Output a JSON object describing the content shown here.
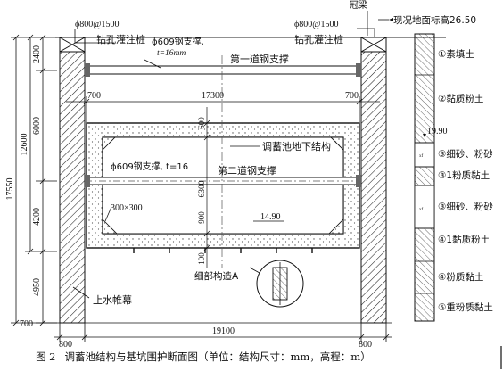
{
  "labels": {
    "pile_left_spec": "ϕ800@1500",
    "pile_left_name": "钻孔灌注桩",
    "pile_right_spec": "ϕ800@1500",
    "pile_right_name": "钻孔灌注桩",
    "crown_beam": "冠梁",
    "ground_elev": "现况地面标高26.50",
    "strut1_spec": "ϕ609钢支撑,",
    "strut1_t": "t=16mm",
    "strut1_name": "第一道钢支撑",
    "strut2_spec": "ϕ609钢支撑, t=16",
    "strut2_name": "第二道钢支撑",
    "structure_name": "调蓄池地下结构",
    "haunch": "300×300",
    "elev_bottom": "14.90",
    "elev_layer": "19.90",
    "detail_a": "细部构造A",
    "curtain": "止水帷幕"
  },
  "dims": {
    "left_2400": "2400",
    "left_6000": "6000",
    "left_4200": "4200",
    "left_4950": "4950",
    "left_12600": "12600",
    "left_17550": "17550",
    "top_700_l": "700",
    "top_17300": "17300",
    "top_700_r": "700",
    "inner_600": "600",
    "inner_6300": "6300",
    "inner_900": "900",
    "inner_100": "100",
    "bot_700": "700",
    "bot_19100": "19100",
    "bot_800_l": "800",
    "bot_800_r": "800"
  },
  "soil_layers": [
    "①素填土",
    "②黏质粉土",
    "③细砂、粉砂",
    "③1粉质黏土",
    "③细砂、粉砂",
    "④1黏质粉土",
    "④粉质黏土",
    "⑤重粉质黏土"
  ],
  "caption": {
    "fig_no": "图 2",
    "title": "调蓄池结构与基坑围护断面图（单位：结构尺寸：mm，高程：m）"
  }
}
